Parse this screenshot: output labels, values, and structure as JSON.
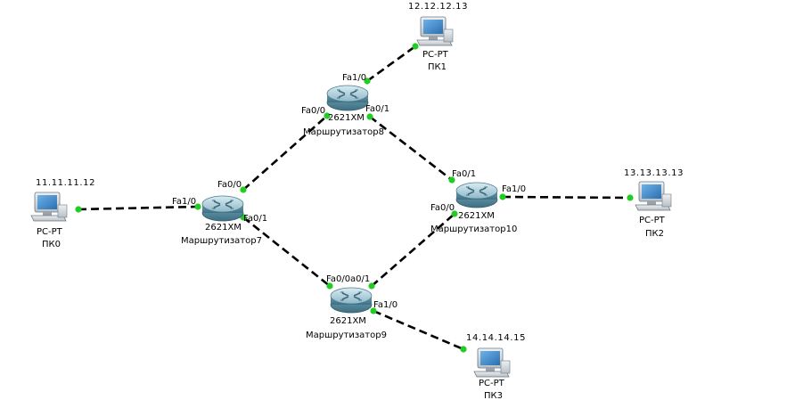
{
  "colors": {
    "link": "#000000",
    "port_up": "#22cc22",
    "router_body": "#5a8fa3",
    "pc_screen": "#3b86c7"
  },
  "devices": {
    "r8": {
      "model": "2621XM",
      "name": "Маршрутизатор8",
      "icon": "router-icon"
    },
    "r7": {
      "model": "2621XM",
      "name": "Маршрутизатор7",
      "icon": "router-icon"
    },
    "r9": {
      "model": "2621XM",
      "name": "Маршрутизатор9",
      "icon": "router-icon"
    },
    "r10": {
      "model": "2621XM",
      "name": "Маршрутизатор10",
      "icon": "router-icon"
    },
    "pc0": {
      "type": "PC-PT",
      "name": "ПК0",
      "ip": "11.11.11.12",
      "icon": "pc-icon"
    },
    "pc1": {
      "type": "PC-PT",
      "name": "ПК1",
      "ip": "12.12.12.13",
      "icon": "pc-icon"
    },
    "pc2": {
      "type": "PC-PT",
      "name": "ПК2",
      "ip": "13.13.13.13",
      "icon": "pc-icon"
    },
    "pc3": {
      "type": "PC-PT",
      "name": "ПК3",
      "ip": "14.14.14.15",
      "icon": "pc-icon"
    }
  },
  "ports": {
    "r8_fa1_0": "Fa1/0",
    "r8_fa0_0": "Fa0/0",
    "r8_fa0_1": "Fa0/1",
    "r7_fa1_0": "Fa1/0",
    "r7_fa0_0": "Fa0/0",
    "r7_fa0_1": "Fa0/1",
    "r10_fa0_1": "Fa0/1",
    "r10_fa1_0": "Fa1/0",
    "r10_fa0_0": "Fa0/0",
    "r9_fa0_0_fa0_1": "Fa0/0a0/1",
    "r9_fa1_0": "Fa1/0"
  }
}
